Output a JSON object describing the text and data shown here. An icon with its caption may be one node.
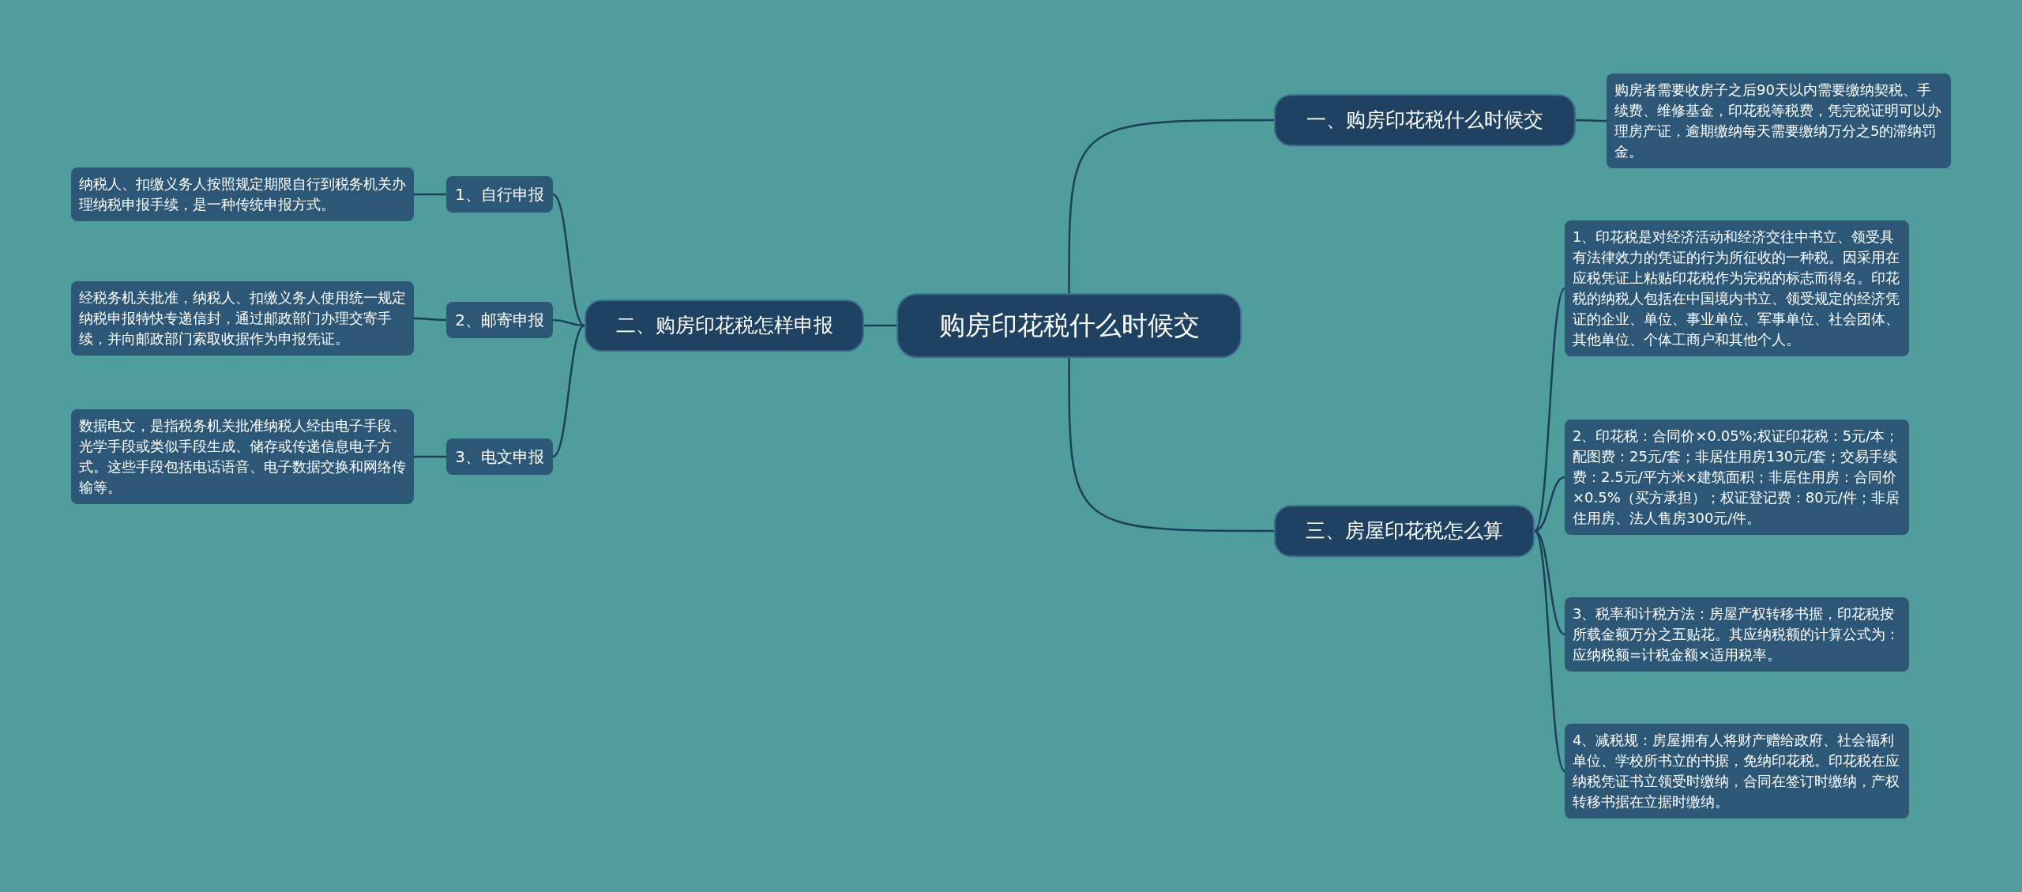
{
  "diagram": {
    "nodes": [
      {
        "text": [
          "购房印花税什么时候交"
        ]
      },
      {
        "text": [
          "一、购房印花税什么时候交"
        ]
      },
      {
        "text": [
          "购房者需要收房子之后90天以内需要缴纳契税、手续费、维修基金，印花税等税费，凭完税证明可以办理房产证，逾期缴纳每天需要缴纳万分之5的滞纳罚金。"
        ]
      },
      {
        "text": [
          "二、购房印花税怎样申报"
        ]
      },
      {
        "text": [
          "1、自行申报"
        ]
      },
      {
        "text": [
          "纳税人、扣缴义务人按照规定期限自行到税务机关办理纳税申报手续，是一种传统申报方式。"
        ]
      },
      {
        "text": [
          "2、邮寄申报"
        ]
      },
      {
        "text": [
          "经税务机关批准，纳税人、扣缴义务人使用统一规定纳税申报特快专递信封，通过邮政部门办理交寄手续，并向邮政部门索取收据作为申报凭证。"
        ]
      },
      {
        "text": [
          "3、电文申报"
        ]
      },
      {
        "text": [
          "数据电文，是指税务机关批准纳税人经由电子手段、光学手段或类似手段生成、储存或传递信息电子方式。这些手段包括电话语音、电子数据交换和网络传输等。"
        ]
      },
      {
        "text": [
          "三、房屋印花税怎么算"
        ]
      },
      {
        "text": [
          "1、印花税是对经济活动和经济交往中书立、领受具有法律效力的凭证的行为所征收的一种税。因采用在应税凭证上粘贴印花税作为完税的标志而得名。印花税的纳税人包括在中国境内书立、领受规定的经济凭证的企业、单位、事业单位、军事单位、社会团体、其他单位、个体工商户和其他个人。"
        ]
      },
      {
        "text": [
          "2、印花税：合同价×0.05%;权证印花税：5元/本；配图费：25元/套；非居住用房130元/套；交易手续费：2.5元/平方米×建筑面积；非居住用房：合同价×0.5%（买方承担）；权证登记费：80元/件；非居住用房、法人售房300元/件。"
        ]
      },
      {
        "text": [
          "3、税率和计税方法：房屋产权转移书据，印花税按所载金额万分之五贴花。其应纳税额的计算公式为：应纳税额=计税金额×适用税率。"
        ]
      },
      {
        "text": [
          "4、减税规：房屋拥有人将财产赠给政府、社会福利单位、学校所书立的书据，免纳印花税。印花税在应纳税凭证书立领受时缴纳，合同在签订时缴纳，产权转移书据在立据时缴纳。"
        ]
      }
    ],
    "edges": [
      {
        "from": 0,
        "to": 1,
        "arrow": "none"
      },
      {
        "from": 1,
        "to": 2,
        "arrow": "none"
      },
      {
        "from": 0,
        "to": 3,
        "arrow": "none"
      },
      {
        "from": 3,
        "to": 4,
        "arrow": "none"
      },
      {
        "from": 3,
        "to": 6,
        "arrow": "none"
      },
      {
        "from": 3,
        "to": 8,
        "arrow": "none"
      },
      {
        "from": 4,
        "to": 5,
        "arrow": "none"
      },
      {
        "from": 6,
        "to": 7,
        "arrow": "none"
      },
      {
        "from": 8,
        "to": 9,
        "arrow": "none"
      },
      {
        "from": 0,
        "to": 10,
        "arrow": "none"
      },
      {
        "from": 10,
        "to": 11,
        "arrow": "none"
      },
      {
        "from": 10,
        "to": 12,
        "arrow": "none"
      },
      {
        "from": 10,
        "to": 13,
        "arrow": "none"
      },
      {
        "from": 10,
        "to": 14,
        "arrow": "none"
      }
    ]
  }
}
